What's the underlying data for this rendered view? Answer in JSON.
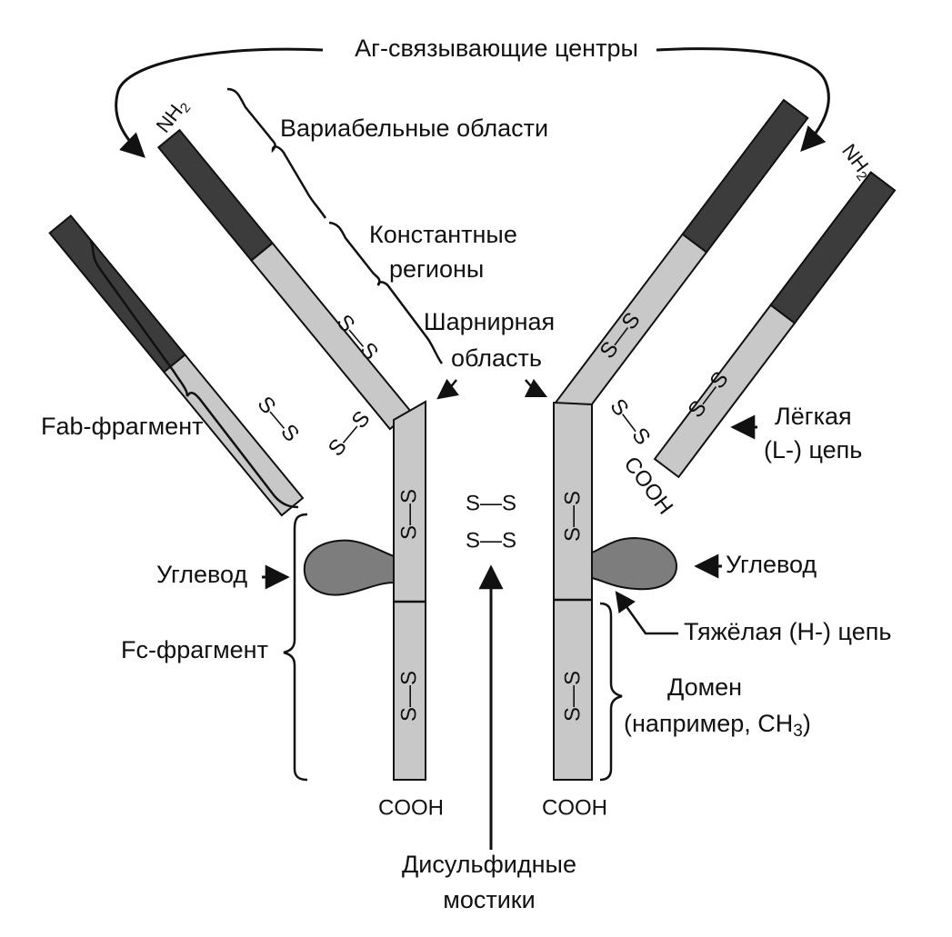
{
  "colors": {
    "variable": "#3c3c3c",
    "constant": "#c8c8c8",
    "carbohydrate": "#7d7d7d",
    "stroke": "#111111",
    "background": "#ffffff"
  },
  "labels": {
    "ag_centers": "Аг-связывающие центры",
    "variable_regions": "Вариабельные области",
    "constant_regions_1": "Константные",
    "constant_regions_2": "регионы",
    "hinge_1": "Шарнирная",
    "hinge_2": "область",
    "fab": "Fab-фрагмент",
    "fc": "Fc-фрагмент",
    "carb_left": "Углевод",
    "carb_right": "Углевод",
    "light_chain_1": "Лёгкая",
    "light_chain_2": "(L-) цепь",
    "heavy_chain": "Тяжёлая (H-) цепь",
    "domain_1": "Домен",
    "domain_2": "(например, CH",
    "domain_sub": "3",
    "domain_close": ")",
    "disulfide_1": "Дисульфидные",
    "disulfide_2": "мостики",
    "nh2_left": "NH",
    "nh2_left_sub": "2",
    "nh2_right": "NH",
    "nh2_right_sub": "2",
    "cooh_left": "COOH",
    "cooh_right": "COOH",
    "cooh_light": "COOH",
    "ss": "S—S"
  },
  "ss_bonds": {
    "left_heavy_arm": "S—S",
    "left_light_arm": "S—S",
    "left_interchain": "S—S",
    "left_stem_upper": "S—S",
    "left_stem_lower": "S—S",
    "right_heavy_arm": "S—S",
    "right_light_arm": "S—S",
    "right_interchain": "S—S",
    "right_stem_upper": "S—S",
    "right_stem_lower": "S—S",
    "center_upper": "S—S",
    "center_lower": "S—S"
  }
}
